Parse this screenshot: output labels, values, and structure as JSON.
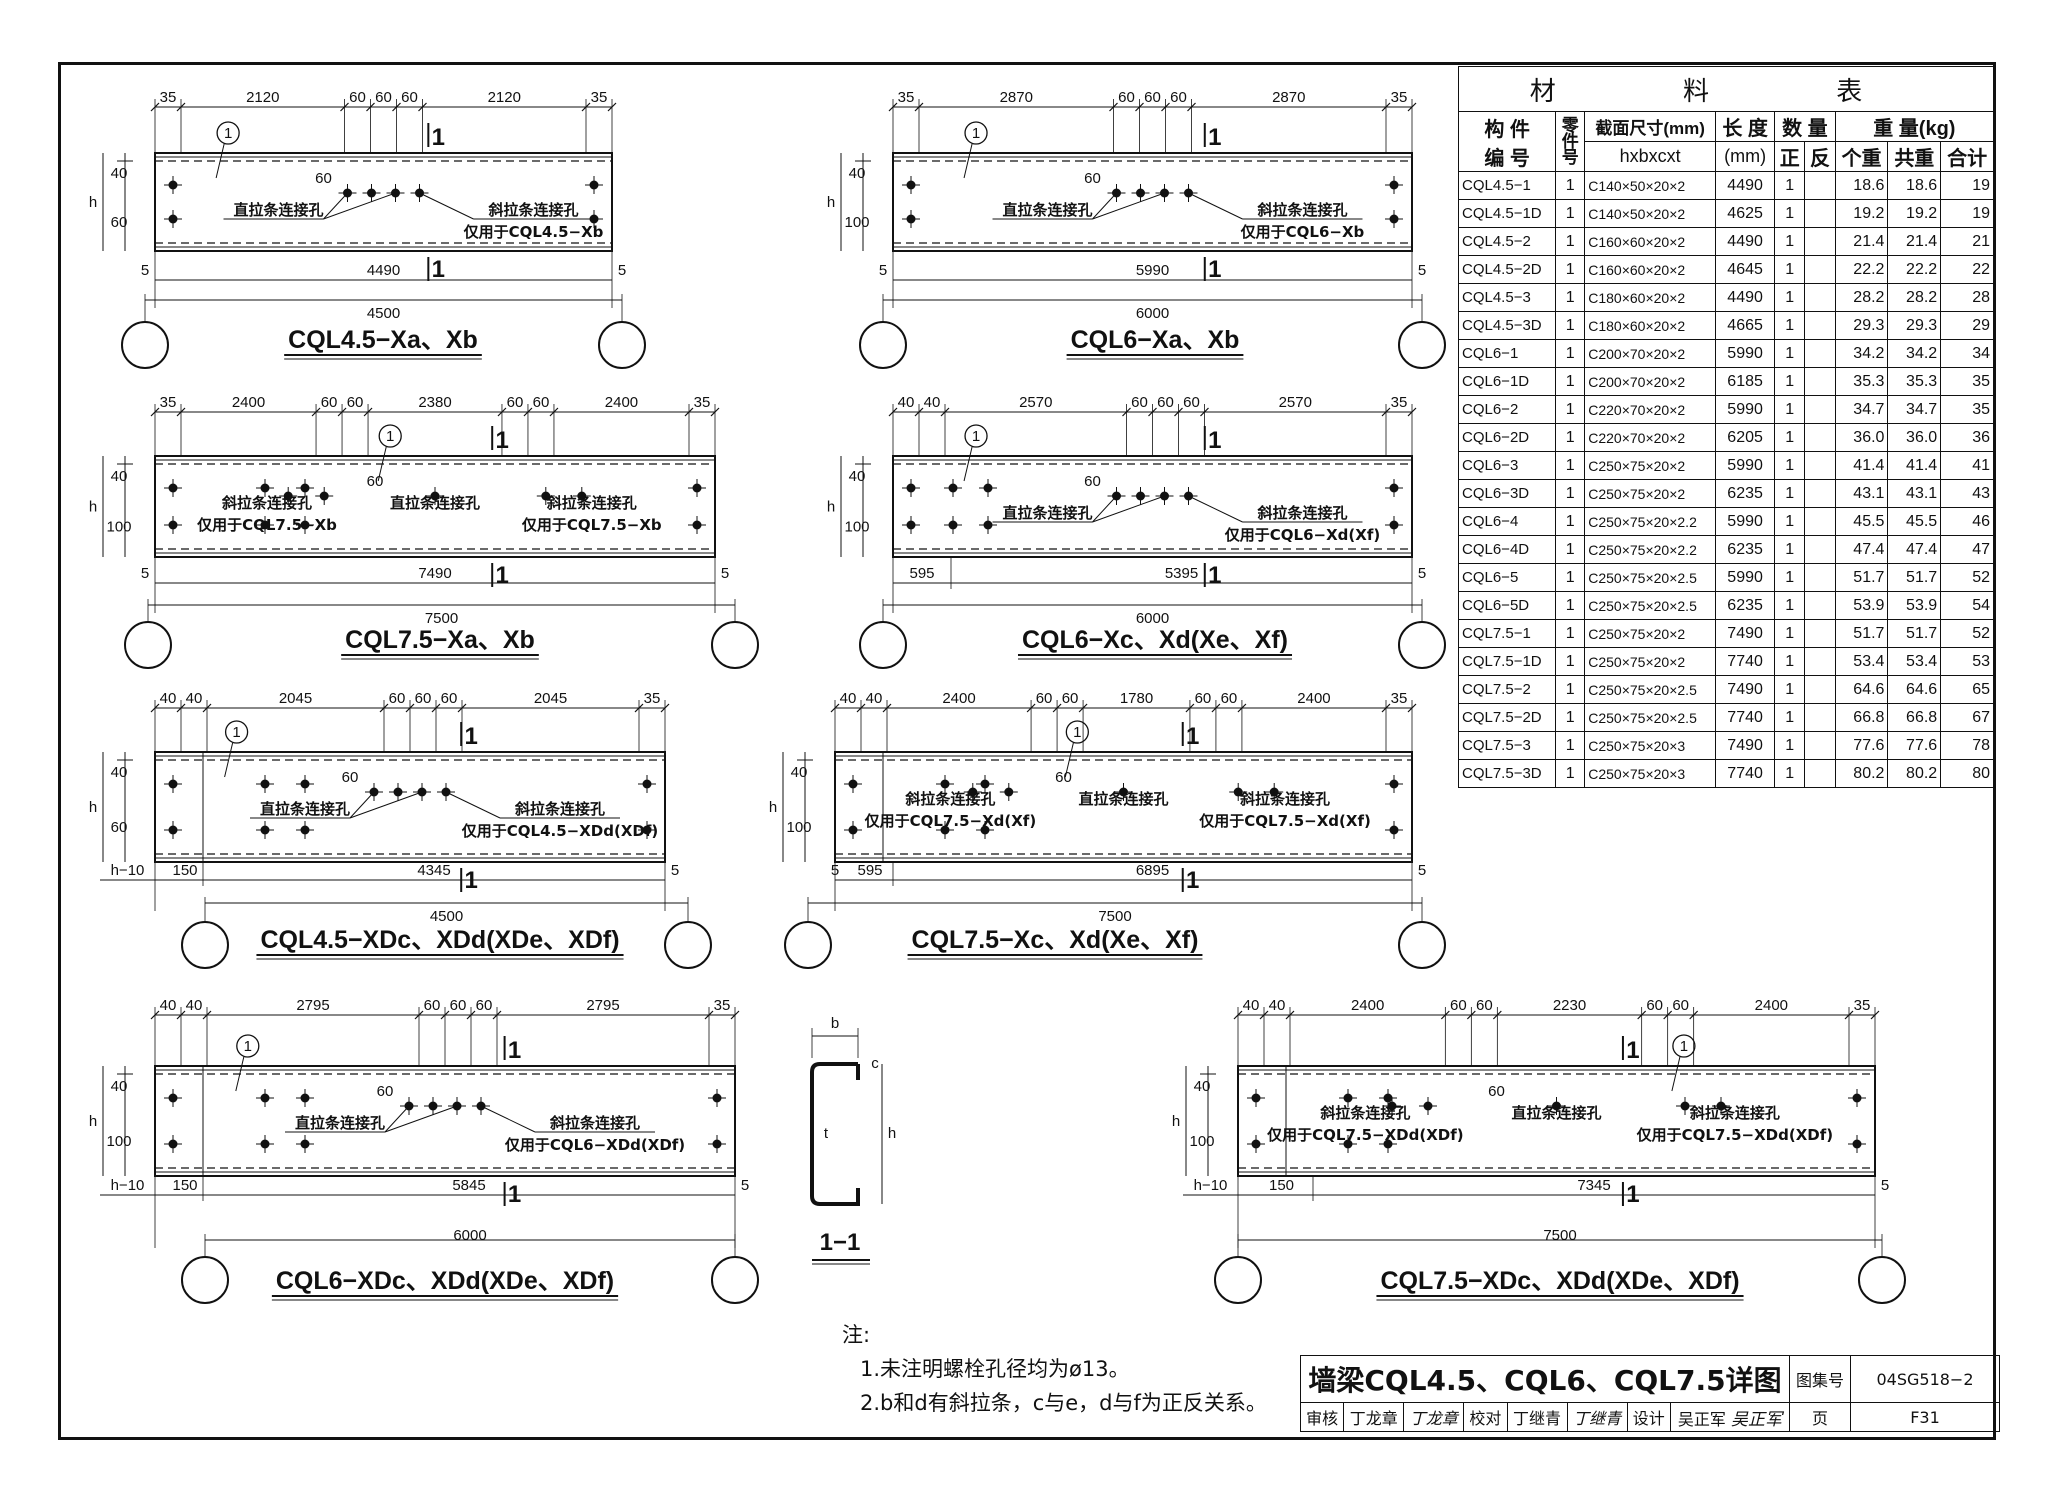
{
  "drawings": [
    {
      "caption": "CQL4.5−Xa、Xb",
      "type": "a",
      "top_dims": [
        "35",
        "2120",
        "60",
        "60",
        "60",
        "2120",
        "35"
      ],
      "left_dims": [
        "40",
        "60"
      ],
      "h": "h",
      "len1": "4490",
      "len2": "4500",
      "ends": [
        "5",
        "5"
      ],
      "callouts": [
        "直拉条连接孔",
        "斜拉条连接孔",
        "仅用于CQL4.5−Xb"
      ],
      "dim60": "60"
    },
    {
      "caption": "CQL6−Xa、Xb",
      "type": "a",
      "top_dims": [
        "35",
        "2870",
        "60",
        "60",
        "60",
        "2870",
        "35"
      ],
      "left_dims": [
        "40",
        "100"
      ],
      "h": "h",
      "len1": "5990",
      "len2": "6000",
      "ends": [
        "5",
        "5"
      ],
      "callouts": [
        "直拉条连接孔",
        "斜拉条连接孔",
        "仅用于CQL6−Xb"
      ],
      "dim60": "60"
    },
    {
      "caption": "CQL7.5−Xa、Xb",
      "type": "b",
      "top_dims": [
        "35",
        "2400",
        "60",
        "60",
        "2380",
        "60",
        "60",
        "2400",
        "35"
      ],
      "left_dims": [
        "40",
        "100"
      ],
      "h": "h",
      "len1": "7490",
      "len2": "7500",
      "ends": [
        "5",
        "5"
      ],
      "callouts": [
        "斜拉条连接孔",
        "仅用于CQL7.5−Xb",
        "直拉条连接孔",
        "斜拉条连接孔",
        "仅用于CQL7.5−Xb"
      ],
      "dim60": "60"
    },
    {
      "caption": "CQL6−Xc、Xd(Xe、Xf)",
      "type": "c",
      "top_dims": [
        "40",
        "40",
        "2570",
        "60",
        "60",
        "60",
        "2570",
        "35"
      ],
      "left_dims": [
        "40",
        "100"
      ],
      "h": "h",
      "len1": "595",
      "len1b": "5395",
      "len2": "6000",
      "ends": [
        "5"
      ],
      "callouts": [
        "直拉条连接孔",
        "斜拉条连接孔",
        "仅用于CQL6−Xd(Xf)"
      ],
      "dim60": "60"
    },
    {
      "caption": "CQL4.5−XDc、XDd(XDe、XDf)",
      "type": "d",
      "top_dims": [
        "40",
        "40",
        "2045",
        "60",
        "60",
        "60",
        "2045",
        "35"
      ],
      "left_dims": [
        "40",
        "60"
      ],
      "h": "h",
      "len0": "h−10",
      "len1": "150",
      "len1b": "4345",
      "len2": "4500",
      "ends": [
        "5"
      ],
      "callouts": [
        "直拉条连接孔",
        "斜拉条连接孔",
        "仅用于CQL4.5−XDd(XDf)"
      ],
      "dim60": "60"
    },
    {
      "caption": "CQL7.5−Xc、Xd(Xe、Xf)",
      "type": "e",
      "top_dims": [
        "40",
        "40",
        "2400",
        "60",
        "60",
        "1780",
        "60",
        "60",
        "2400",
        "35"
      ],
      "left_dims": [
        "40",
        "100"
      ],
      "h": "h",
      "len0": "5",
      "len1": "595",
      "len1b": "6895",
      "len2": "7500",
      "ends": [
        "5"
      ],
      "callouts": [
        "斜拉条连接孔",
        "仅用于CQL7.5−Xd(Xf)",
        "直拉条连接孔",
        "斜拉条连接孔",
        "仅用于CQL7.5−Xd(Xf)"
      ],
      "dim60": "60"
    },
    {
      "caption": "CQL6−XDc、XDd(XDe、XDf)",
      "type": "d",
      "top_dims": [
        "40",
        "40",
        "2795",
        "60",
        "60",
        "60",
        "2795",
        "35"
      ],
      "left_dims": [
        "40",
        "100"
      ],
      "h": "h",
      "len0": "h−10",
      "len1": "150",
      "len1b": "5845",
      "len2": "6000",
      "ends": [
        "5"
      ],
      "callouts": [
        "直拉条连接孔",
        "斜拉条连接孔",
        "仅用于CQL6−XDd(XDf)"
      ],
      "dim60": "60"
    },
    {
      "caption": "CQL7.5−XDc、XDd(XDe、XDf)",
      "type": "f",
      "top_dims": [
        "40",
        "40",
        "2400",
        "60",
        "60",
        "2230",
        "60",
        "60",
        "2400",
        "35"
      ],
      "left_dims": [
        "40",
        "100"
      ],
      "h": "h",
      "len0": "h−10",
      "len1": "150",
      "len1b": "7345",
      "len2": "7500",
      "ends": [
        "5"
      ],
      "callouts": [
        "斜拉条连接孔",
        "仅用于CQL7.5−XDd(XDf)",
        "直拉条连接孔",
        "斜拉条连接孔",
        "仅用于CQL7.5−XDd(XDf)"
      ],
      "dim60": "60"
    }
  ],
  "section_marks": {
    "part": "1",
    "cut": "1"
  },
  "section_view": {
    "label": "1−1",
    "b": "b",
    "c": "c",
    "t": "t",
    "h": "h"
  },
  "material_table": {
    "title": "材 料 表",
    "headers": {
      "code": "构 件\n编 号",
      "part": "零件号",
      "section": "截面尺寸(mm)",
      "section_sub": "hxbxcxt",
      "length": "长 度",
      "length_sub": "(mm)",
      "qty": "数 量",
      "qty_pos": "正",
      "qty_neg": "反",
      "weight": "重 量(kg)",
      "w_each": "个重",
      "w_total": "共重",
      "w_sum": "合计"
    },
    "rows": [
      [
        "CQL4.5−1",
        "1",
        "C140×50×20×2",
        "4490",
        "1",
        "",
        "18.6",
        "18.6",
        "19"
      ],
      [
        "CQL4.5−1D",
        "1",
        "C140×50×20×2",
        "4625",
        "1",
        "",
        "19.2",
        "19.2",
        "19"
      ],
      [
        "CQL4.5−2",
        "1",
        "C160×60×20×2",
        "4490",
        "1",
        "",
        "21.4",
        "21.4",
        "21"
      ],
      [
        "CQL4.5−2D",
        "1",
        "C160×60×20×2",
        "4645",
        "1",
        "",
        "22.2",
        "22.2",
        "22"
      ],
      [
        "CQL4.5−3",
        "1",
        "C180×60×20×2",
        "4490",
        "1",
        "",
        "28.2",
        "28.2",
        "28"
      ],
      [
        "CQL4.5−3D",
        "1",
        "C180×60×20×2",
        "4665",
        "1",
        "",
        "29.3",
        "29.3",
        "29"
      ],
      [
        "CQL6−1",
        "1",
        "C200×70×20×2",
        "5990",
        "1",
        "",
        "34.2",
        "34.2",
        "34"
      ],
      [
        "CQL6−1D",
        "1",
        "C200×70×20×2",
        "6185",
        "1",
        "",
        "35.3",
        "35.3",
        "35"
      ],
      [
        "CQL6−2",
        "1",
        "C220×70×20×2",
        "5990",
        "1",
        "",
        "34.7",
        "34.7",
        "35"
      ],
      [
        "CQL6−2D",
        "1",
        "C220×70×20×2",
        "6205",
        "1",
        "",
        "36.0",
        "36.0",
        "36"
      ],
      [
        "CQL6−3",
        "1",
        "C250×75×20×2",
        "5990",
        "1",
        "",
        "41.4",
        "41.4",
        "41"
      ],
      [
        "CQL6−3D",
        "1",
        "C250×75×20×2",
        "6235",
        "1",
        "",
        "43.1",
        "43.1",
        "43"
      ],
      [
        "CQL6−4",
        "1",
        "C250×75×20×2.2",
        "5990",
        "1",
        "",
        "45.5",
        "45.5",
        "46"
      ],
      [
        "CQL6−4D",
        "1",
        "C250×75×20×2.2",
        "6235",
        "1",
        "",
        "47.4",
        "47.4",
        "47"
      ],
      [
        "CQL6−5",
        "1",
        "C250×75×20×2.5",
        "5990",
        "1",
        "",
        "51.7",
        "51.7",
        "52"
      ],
      [
        "CQL6−5D",
        "1",
        "C250×75×20×2.5",
        "6235",
        "1",
        "",
        "53.9",
        "53.9",
        "54"
      ],
      [
        "CQL7.5−1",
        "1",
        "C250×75×20×2",
        "7490",
        "1",
        "",
        "51.7",
        "51.7",
        "52"
      ],
      [
        "CQL7.5−1D",
        "1",
        "C250×75×20×2",
        "7740",
        "1",
        "",
        "53.4",
        "53.4",
        "53"
      ],
      [
        "CQL7.5−2",
        "1",
        "C250×75×20×2.5",
        "7490",
        "1",
        "",
        "64.6",
        "64.6",
        "65"
      ],
      [
        "CQL7.5−2D",
        "1",
        "C250×75×20×2.5",
        "7740",
        "1",
        "",
        "66.8",
        "66.8",
        "67"
      ],
      [
        "CQL7.5−3",
        "1",
        "C250×75×20×3",
        "7490",
        "1",
        "",
        "77.6",
        "77.6",
        "78"
      ],
      [
        "CQL7.5−3D",
        "1",
        "C250×75×20×3",
        "7740",
        "1",
        "",
        "80.2",
        "80.2",
        "80"
      ]
    ]
  },
  "notes": {
    "heading": "注:",
    "items": [
      "1.未注明螺栓孔径均为ø13。",
      "2.b和d有斜拉条，c与e，d与f为正反关系。"
    ]
  },
  "title_block": {
    "title": "墙梁CQL4.5、CQL6、CQL7.5详图",
    "atlas_label": "图集号",
    "atlas_no": "04SG518−2",
    "review_label": "审核",
    "reviewer": "丁龙章",
    "reviewer_sig": "丁龙章",
    "check_label": "校对",
    "checker": "丁继青",
    "checker_sig": "丁继青",
    "design_label": "设计",
    "designer": "吴正军",
    "designer_sig": "吴正军",
    "page_label": "页",
    "page_no": "F31"
  }
}
